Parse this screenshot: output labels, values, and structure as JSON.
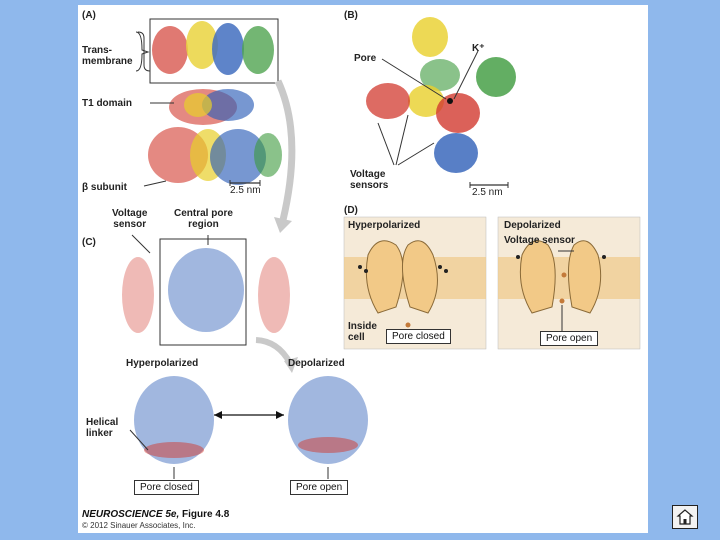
{
  "panels": {
    "a": {
      "letter": "(A)",
      "transmembrane": "Trans-\nmembrane",
      "t1_domain": "T1 domain",
      "beta_subunit": "β subunit",
      "scale": "2.5 nm"
    },
    "b": {
      "letter": "(B)",
      "pore": "Pore",
      "k_ion": "K⁺",
      "voltage_sensors": "Voltage\nsensors",
      "scale": "2.5 nm"
    },
    "c": {
      "letter": "(C)",
      "voltage_sensor": "Voltage\nsensor",
      "central_pore": "Central pore\nregion",
      "hyperpolarized": "Hyperpolarized",
      "depolarized": "Depolarized",
      "helical_linker": "Helical\nlinker",
      "pore_closed": "Pore closed",
      "pore_open": "Pore open"
    },
    "d": {
      "letter": "(D)",
      "hyperpolarized": "Hyperpolarized",
      "depolarized": "Depolarized",
      "voltage_sensor": "Voltage sensor",
      "inside_cell": "Inside\ncell",
      "pore_closed": "Pore closed",
      "pore_open": "Pore open"
    }
  },
  "credit": {
    "title": "NEUROSCIENCE 5e,",
    "figure": "Figure 4.8",
    "copyright": "© 2012 Sinauer Associates, Inc."
  },
  "colors": {
    "background": "#8fb8ec",
    "red": "#d23a2f",
    "yellow": "#e8cf2a",
    "blue": "#2e5fb8",
    "green": "#3c9a3c",
    "membrane": "#f0c98a",
    "channel": "#f2c987"
  },
  "icons": {
    "home": "home-icon"
  }
}
